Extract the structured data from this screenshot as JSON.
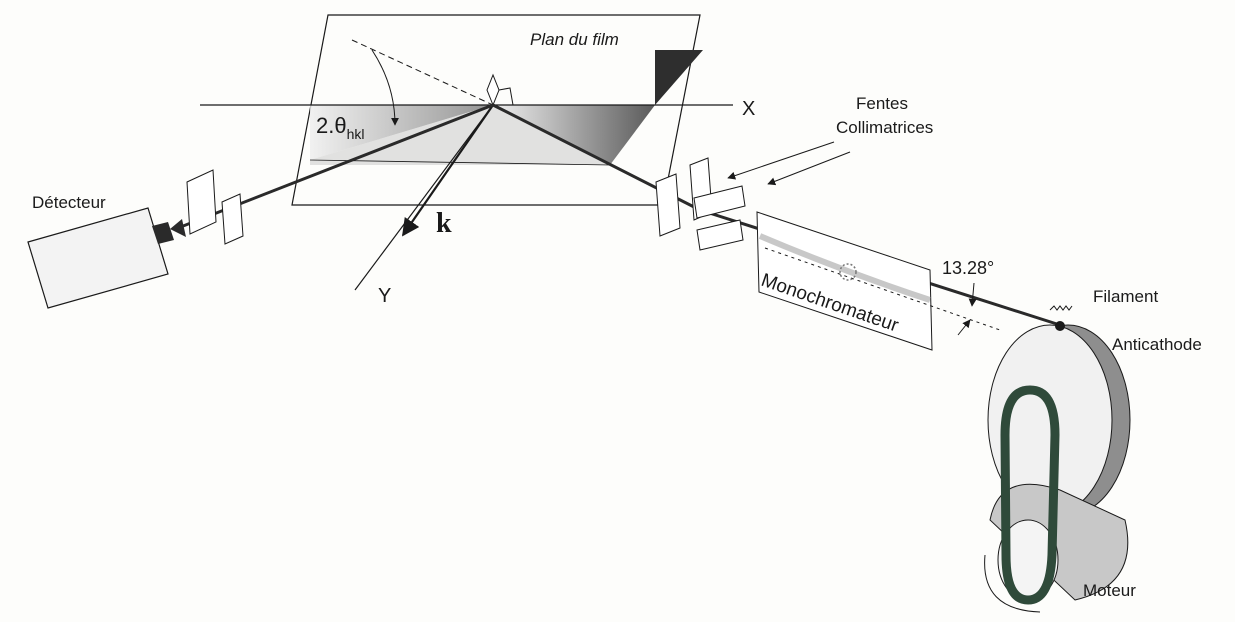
{
  "labels": {
    "film_plane": "Plan du film",
    "x_axis": "X",
    "y_axis": "Y",
    "k_vector": "k",
    "angle_2theta": "2.θ",
    "angle_2theta_sub": "hkl",
    "slits": "Fentes",
    "slits_line2": "Collimatrices",
    "detector": "Détecteur",
    "monochromator": "Monochromateur",
    "angle_value": "13.28°",
    "filament": "Filament",
    "anticathode": "Anticathode",
    "motor": "Moteur"
  },
  "colors": {
    "ink": "#1a1a1a",
    "dark_fill": "#3a3a3a",
    "mid_fill": "#8a8a8a",
    "light_fill": "#d9d9d9",
    "belt": "#2f4a3a"
  }
}
